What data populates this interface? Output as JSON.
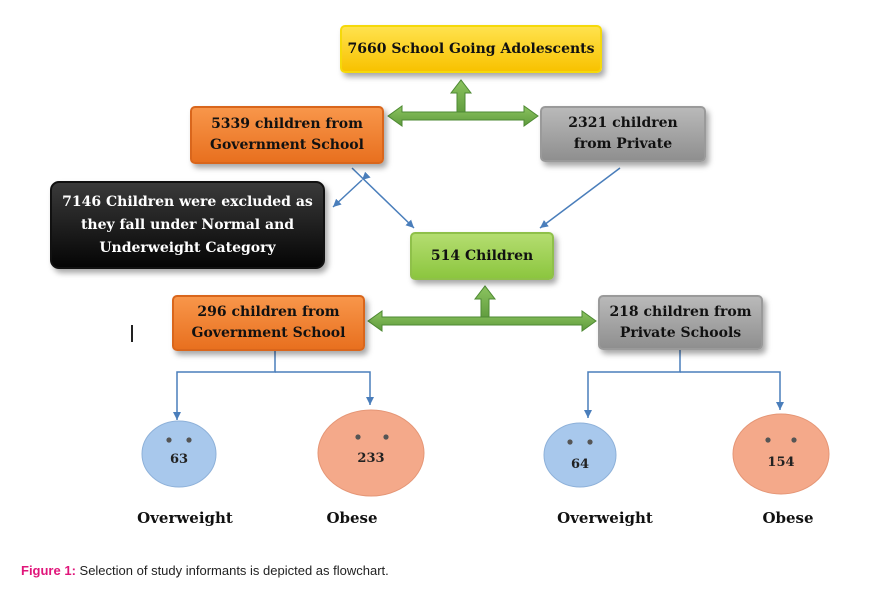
{
  "nodes": {
    "total": "7660 School Going Adolescents",
    "gov_all_line1": "5339 children from",
    "gov_all_line2": "Government School",
    "private_all_line1": "2321 children",
    "private_all_line2": "from Private",
    "excluded_line1": "7146 Children were excluded as",
    "excluded_line2": "they fall under Normal and",
    "excluded_line3": "Underweight Category",
    "selected": "514 Children",
    "gov_sel_line1": "296 children from",
    "gov_sel_line2": "Government School",
    "private_sel_line1": "218 children from",
    "private_sel_line2": "Private Schools"
  },
  "leaves": [
    {
      "value": "63",
      "label": "Overweight",
      "color": "#a8c8ec"
    },
    {
      "value": "233",
      "label": "Obese",
      "color": "#f4a98a"
    },
    {
      "value": "64",
      "label": "Overweight",
      "color": "#a8c8ec"
    },
    {
      "value": "154",
      "label": "Obese",
      "color": "#f4a98a"
    }
  ],
  "caption": {
    "label": "Figure 1:",
    "text": " Selection of study informants is depicted as flowchart."
  },
  "colors": {
    "connector_green": "#6aa84f",
    "arrow_blue": "#4a7ebb",
    "caption_label": "#e0157a"
  }
}
